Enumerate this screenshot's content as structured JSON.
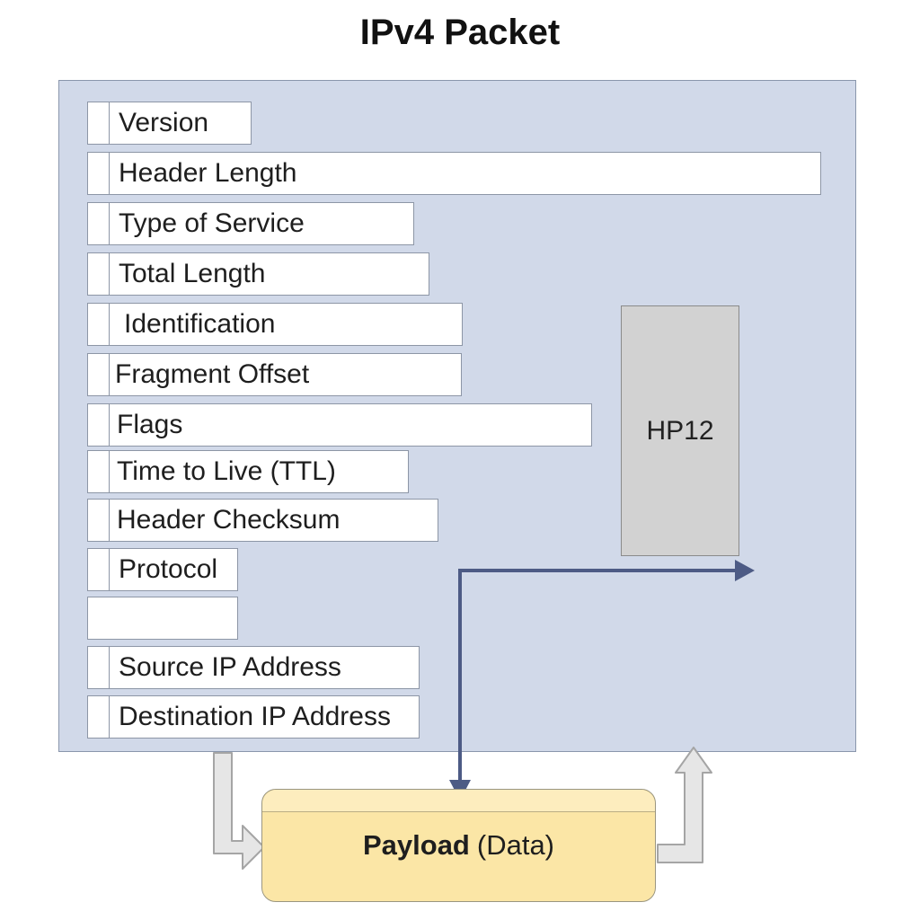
{
  "title": "IPv4 Packet",
  "header_fields": [
    {
      "label": "Version"
    },
    {
      "label": "Header Length"
    },
    {
      "label": "Type of Service"
    },
    {
      "label": "Total Length"
    },
    {
      "label": "Identification"
    },
    {
      "label": "Fragment Offset"
    },
    {
      "label": "Flags"
    },
    {
      "label": "Time to Live (TTL)"
    },
    {
      "label": "Header Checksum"
    },
    {
      "label": "Protocol"
    },
    {
      "label": ""
    },
    {
      "label": "Source IP Address"
    },
    {
      "label": "Destination IP Address"
    }
  ],
  "side_box": {
    "label": "HP12"
  },
  "payload": {
    "label_bold": "Payload",
    "label_rest": "(Data)"
  },
  "colors": {
    "panel": "#d1d9e9",
    "payload": "#fbe6a6",
    "arrow": "#4d5b85",
    "hollow_arrow": "#b9b9b9"
  }
}
